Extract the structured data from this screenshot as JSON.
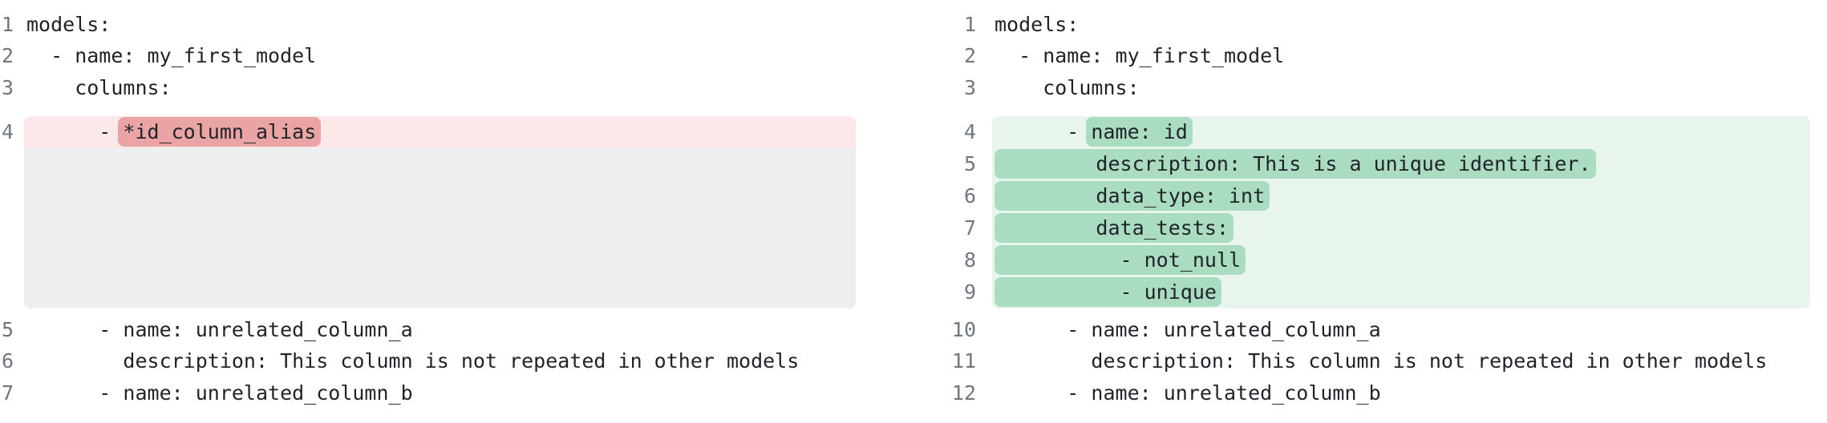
{
  "diff": {
    "colors": {
      "removed_line_bg": "#fbe9e9",
      "removed_word_bg": "#eba4a4",
      "added_line_bg": "#e8f5ed",
      "added_word_bg": "#aadcc1",
      "placeholder_bg": "#edeff1",
      "gutter_text": "#6e7781",
      "code_text": "#1f2329",
      "page_bg": "#ffffff"
    },
    "left": {
      "lines": [
        {
          "num": "1",
          "type": "context",
          "segments": [
            {
              "text": "models:",
              "hl": false
            }
          ]
        },
        {
          "num": "2",
          "type": "context",
          "segments": [
            {
              "text": "  - name: my_first_model",
              "hl": false
            }
          ]
        },
        {
          "num": "3",
          "type": "context",
          "segments": [
            {
              "text": "    columns:",
              "hl": false
            }
          ]
        },
        {
          "num": "4",
          "type": "removed",
          "segments": [
            {
              "text": "      - ",
              "hl": false
            },
            {
              "text": "*id_column_alias",
              "hl": true
            }
          ]
        },
        {
          "num": "",
          "type": "spacer",
          "segments": []
        },
        {
          "num": "5",
          "type": "context",
          "segments": [
            {
              "text": "      - name: unrelated_column_a",
              "hl": false
            }
          ]
        },
        {
          "num": "6",
          "type": "context",
          "segments": [
            {
              "text": "        description: This column is not repeated in other models",
              "hl": false
            }
          ]
        },
        {
          "num": "7",
          "type": "context",
          "segments": [
            {
              "text": "      - name: unrelated_column_b",
              "hl": false
            }
          ]
        }
      ]
    },
    "right": {
      "lines": [
        {
          "num": "1",
          "type": "context",
          "segments": [
            {
              "text": "models:",
              "hl": false
            }
          ]
        },
        {
          "num": "2",
          "type": "context",
          "segments": [
            {
              "text": "  - name: my_first_model",
              "hl": false
            }
          ]
        },
        {
          "num": "3",
          "type": "context",
          "segments": [
            {
              "text": "    columns:",
              "hl": false
            }
          ]
        },
        {
          "num": "4",
          "type": "added",
          "segments": [
            {
              "text": "      - ",
              "hl": false
            },
            {
              "text": "name: id",
              "hl": true
            }
          ]
        },
        {
          "num": "5",
          "type": "added",
          "segments": [
            {
              "text": "        description: This is a unique identifier.",
              "hl": true
            }
          ]
        },
        {
          "num": "6",
          "type": "added",
          "segments": [
            {
              "text": "        data_type: int",
              "hl": true
            }
          ]
        },
        {
          "num": "7",
          "type": "added",
          "segments": [
            {
              "text": "        data_tests:",
              "hl": true
            }
          ]
        },
        {
          "num": "8",
          "type": "added",
          "segments": [
            {
              "text": "          - not_null",
              "hl": true
            }
          ]
        },
        {
          "num": "9",
          "type": "added",
          "segments": [
            {
              "text": "          - unique",
              "hl": true
            }
          ]
        },
        {
          "num": "10",
          "type": "context",
          "segments": [
            {
              "text": "      - name: unrelated_column_a",
              "hl": false
            }
          ]
        },
        {
          "num": "11",
          "type": "context",
          "segments": [
            {
              "text": "        description: This column is not repeated in other models",
              "hl": false
            }
          ]
        },
        {
          "num": "12",
          "type": "context",
          "segments": [
            {
              "text": "      - name: unrelated_column_b",
              "hl": false
            }
          ]
        }
      ]
    }
  }
}
